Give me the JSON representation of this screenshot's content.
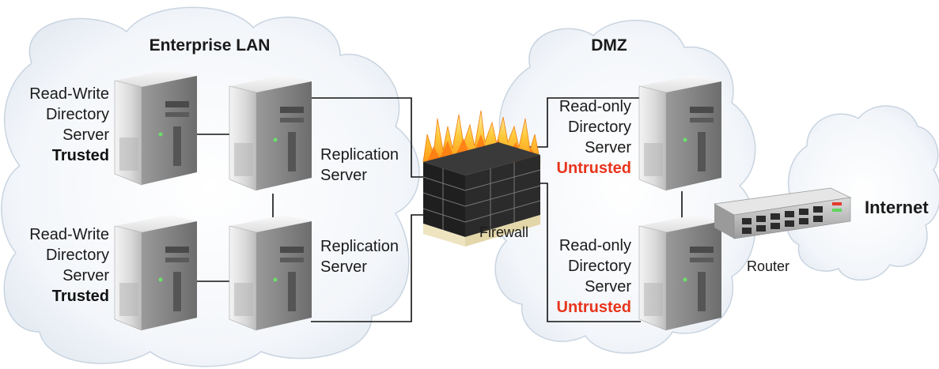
{
  "zones": {
    "enterprise": "Enterprise LAN",
    "dmz": "DMZ",
    "internet": "Internet"
  },
  "servers": {
    "rw_top": {
      "lines": [
        "Read-Write",
        "Directory",
        "Server"
      ],
      "trust": "Trusted"
    },
    "rw_bottom": {
      "lines": [
        "Read-Write",
        "Directory",
        "Server"
      ],
      "trust": "Trusted"
    },
    "ro_top": {
      "lines": [
        "Read-only",
        "Directory",
        "Server"
      ],
      "trust": "Untrusted"
    },
    "ro_bottom": {
      "lines": [
        "Read-only",
        "Directory",
        "Server"
      ],
      "trust": "Untrusted"
    }
  },
  "replication": {
    "top": [
      "Replication",
      "Server"
    ],
    "bottom": [
      "Replication",
      "Server"
    ]
  },
  "firewall_label": "Firewall",
  "router_label": "Router",
  "colors": {
    "trusted": "#111111",
    "untrusted": "#e8341c",
    "cloud_edge": "#c9d4e0",
    "cloud_fill": "#eef3f8"
  }
}
